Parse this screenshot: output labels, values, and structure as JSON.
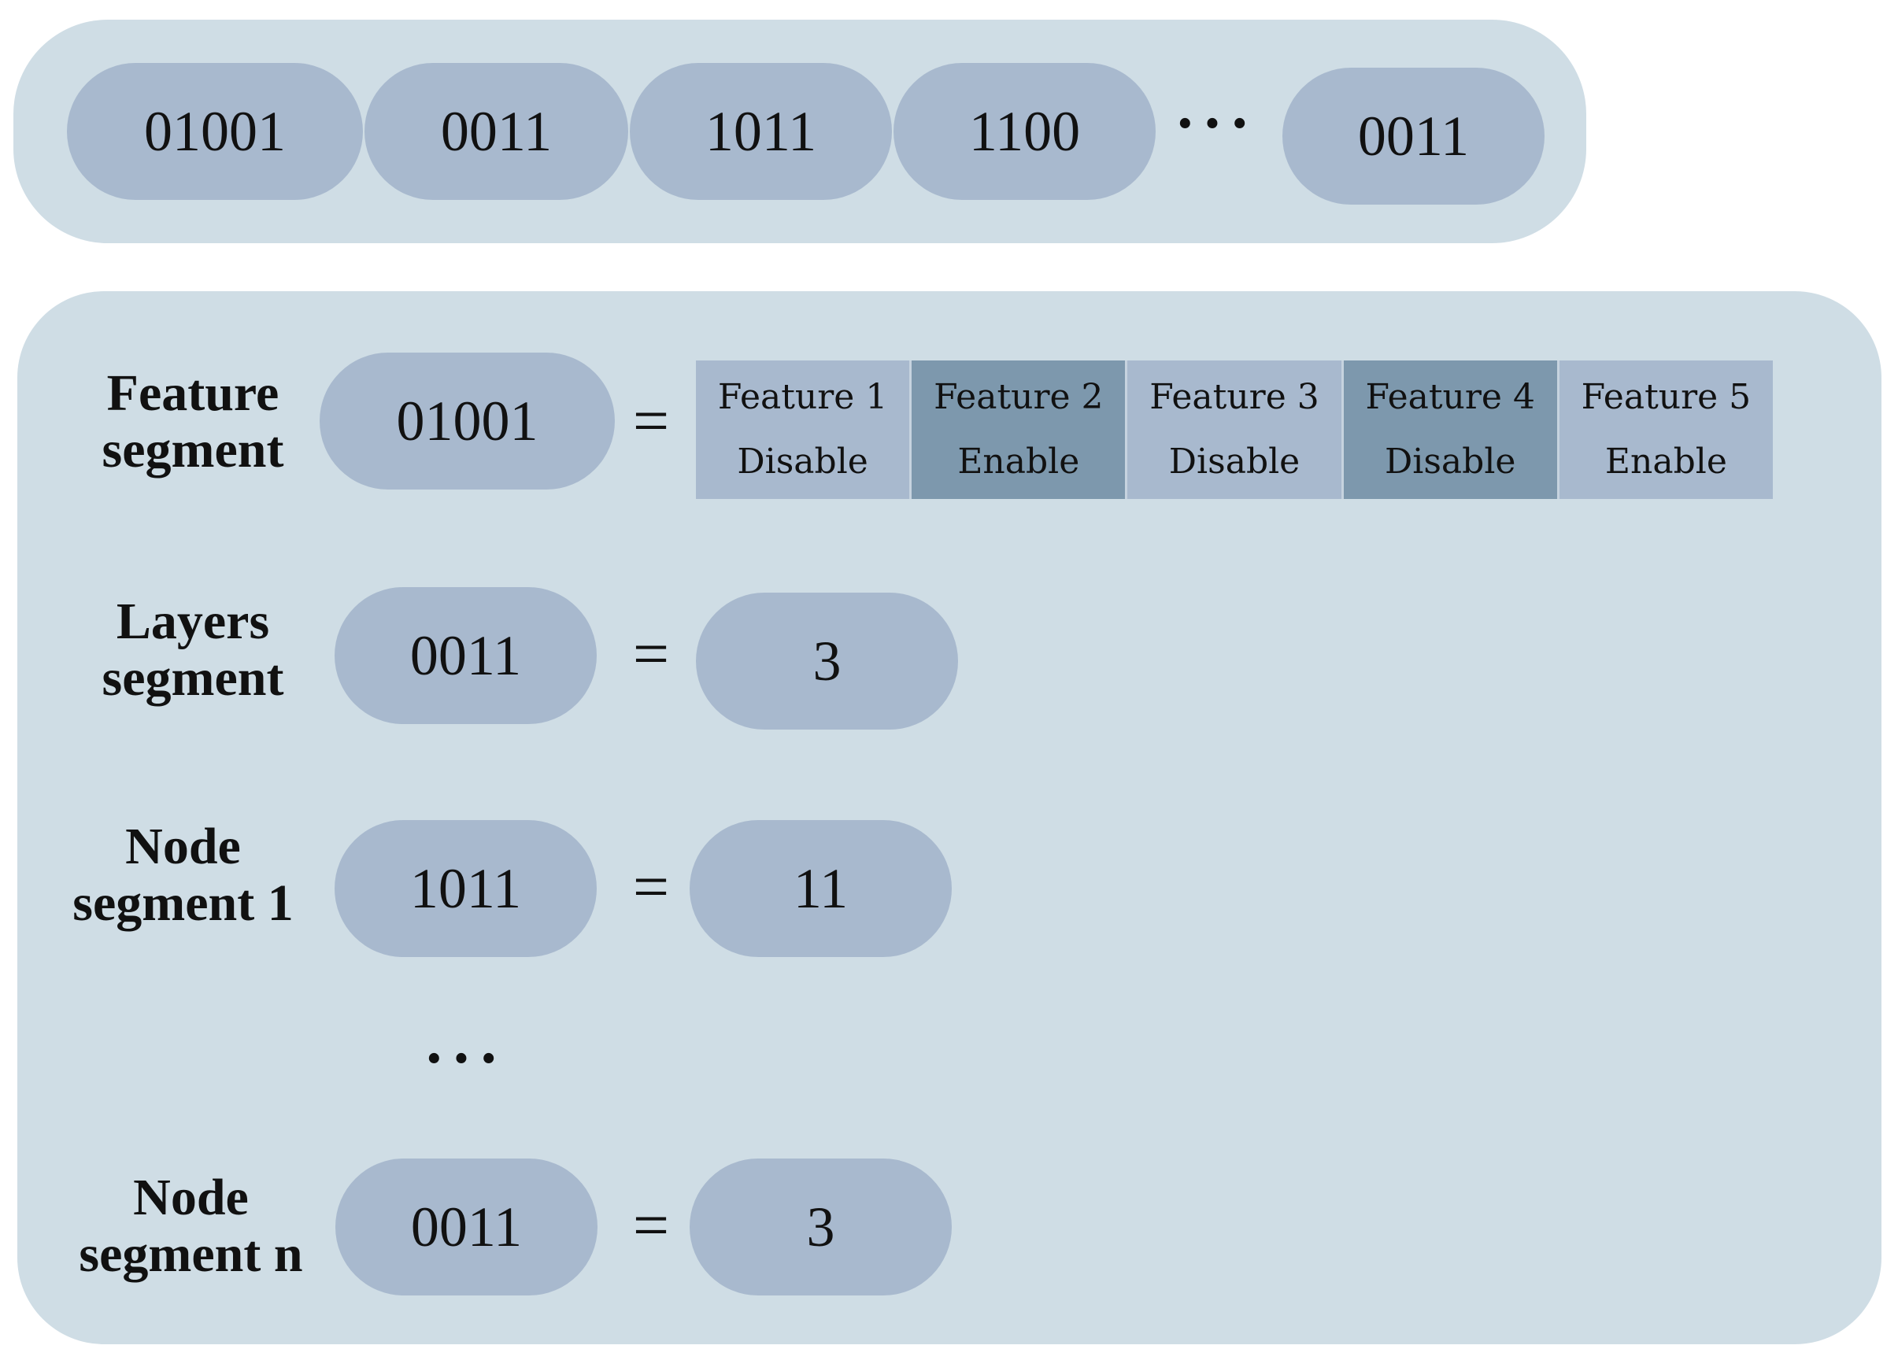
{
  "top_sequence": {
    "segments": [
      "01001",
      "0011",
      "1011",
      "1100",
      "0011"
    ],
    "ellipsis": "···"
  },
  "feature_row": {
    "label_line1": "Feature",
    "label_line2": "segment",
    "code": "01001",
    "equals": "=",
    "features": [
      {
        "name": "Feature 1",
        "state": "Disable"
      },
      {
        "name": "Feature 2",
        "state": "Enable"
      },
      {
        "name": "Feature 3",
        "state": "Disable"
      },
      {
        "name": "Feature 4",
        "state": "Disable"
      },
      {
        "name": "Feature 5",
        "state": "Enable"
      }
    ]
  },
  "layers_row": {
    "label_line1": "Layers",
    "label_line2": "segment",
    "code": "0011",
    "equals": "=",
    "value": "3"
  },
  "node1_row": {
    "label_line1": "Node",
    "label_line2": "segment 1",
    "code": "1011",
    "equals": "=",
    "value": "11"
  },
  "middle_ellipsis": "···",
  "noden_row": {
    "label_line1": "Node",
    "label_line2": "segment n",
    "code": "0011",
    "equals": "=",
    "value": "3"
  },
  "colors": {
    "panel": "#cfdde5",
    "pill": "#a8b9ce",
    "feature_dark": "#7d98ad"
  }
}
